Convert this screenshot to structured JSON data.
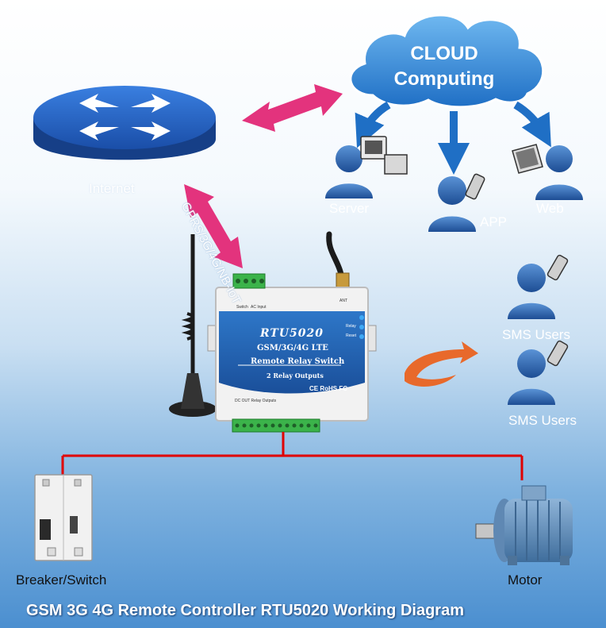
{
  "cloud": {
    "line1": "CLOUD",
    "line2": "Computing"
  },
  "labels": {
    "internet": "Internet",
    "link": "GPRS/3G/4G/NB-IoT",
    "server": "Server",
    "app": "APP",
    "web": "Web",
    "sms_users_1": "SMS Users",
    "sms_users_2": "SMS Users",
    "breaker": "Breaker/Switch",
    "motor": "Motor"
  },
  "device": {
    "model": "RTU5020",
    "line1": "GSM/3G/4G LTE",
    "line2": "Remote Relay Switch",
    "line3": "2 Relay Outputs",
    "cert": "CE RoHS FC",
    "ant_label": "ANT",
    "led_labels": [
      "Relay",
      "Reset"
    ],
    "top_labels": [
      "Switch",
      "AC Input"
    ],
    "bottom_label": "DC OUT  Relay Outputs"
  },
  "footer": {
    "title": "GSM 3G 4G Remote Controller RTU5020 Working Diagram"
  },
  "colors": {
    "accent_arrow": "#e3337d",
    "wire": "#e00000",
    "device_blue": "#1f5fae",
    "cloud": "#2a7fd0",
    "router": "#1d4fa8"
  }
}
